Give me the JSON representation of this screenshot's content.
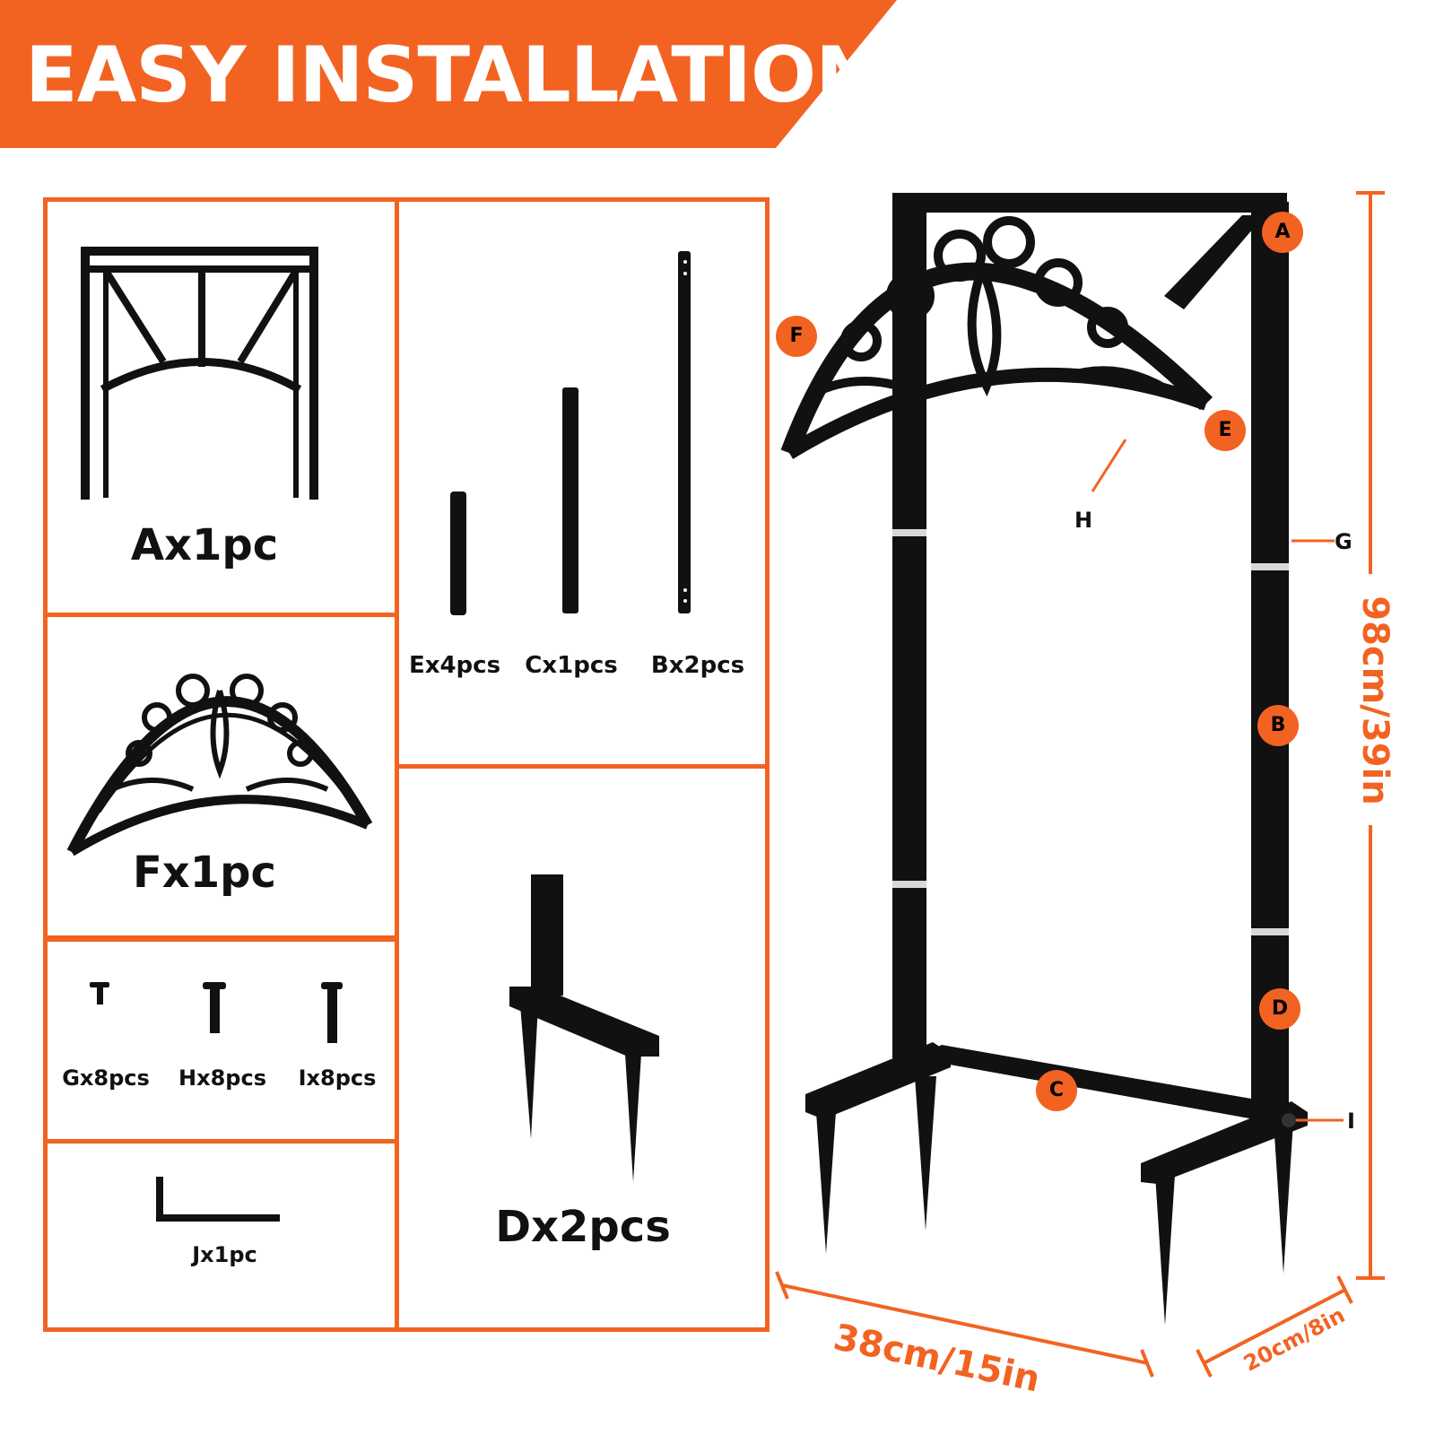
{
  "banner": {
    "title": "EASY INSTALLATION",
    "color": "#f26322"
  },
  "parts": {
    "A": "Ax1pc",
    "F": "Fx1pc",
    "E": "Ex4pcs",
    "C": "Cx1pcs",
    "B": "Bx2pcs",
    "G": "Gx8pcs",
    "H": "Hx8pcs",
    "I": "Ix8pcs",
    "J": "Jx1pc",
    "D": "Dx2pcs"
  },
  "assembly": {
    "badges": {
      "A": "A",
      "F": "F",
      "E": "E",
      "B": "B",
      "D": "D",
      "C": "C"
    },
    "callouts": {
      "H": "H",
      "G": "G",
      "I": "I"
    }
  },
  "dimensions": {
    "height": "98cm/39in",
    "width": "38cm/15in",
    "depth": "20cm/8in"
  },
  "colors": {
    "accent": "#f26322",
    "metal": "#111111"
  }
}
